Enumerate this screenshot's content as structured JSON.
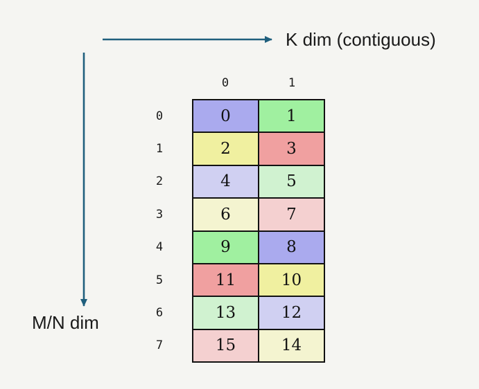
{
  "labels": {
    "k_dim": "K dim (contiguous)",
    "mn_dim": "M/N dim"
  },
  "colors": {
    "background": "#f5f5f2",
    "arrow": "#1f5f7d",
    "border": "#111111",
    "strong_purple": "#aaaaee",
    "strong_green": "#a0f0a0",
    "strong_yellow": "#f0f0a0",
    "strong_salmon": "#f0a0a0",
    "light_purple": "#d0d0f2",
    "light_green": "#d0f2d0",
    "light_yellow": "#f4f4d0",
    "light_pink": "#f4d0d0"
  },
  "grid": {
    "col_headers": [
      "0",
      "1"
    ],
    "row_headers": [
      "0",
      "1",
      "2",
      "3",
      "4",
      "5",
      "6",
      "7"
    ],
    "rows": [
      {
        "cells": [
          {
            "value": "0",
            "color": "strong_purple"
          },
          {
            "value": "1",
            "color": "strong_green"
          }
        ]
      },
      {
        "cells": [
          {
            "value": "2",
            "color": "strong_yellow"
          },
          {
            "value": "3",
            "color": "strong_salmon"
          }
        ]
      },
      {
        "cells": [
          {
            "value": "4",
            "color": "light_purple"
          },
          {
            "value": "5",
            "color": "light_green"
          }
        ]
      },
      {
        "cells": [
          {
            "value": "6",
            "color": "light_yellow"
          },
          {
            "value": "7",
            "color": "light_pink"
          }
        ]
      },
      {
        "cells": [
          {
            "value": "9",
            "color": "strong_green"
          },
          {
            "value": "8",
            "color": "strong_purple"
          }
        ]
      },
      {
        "cells": [
          {
            "value": "11",
            "color": "strong_salmon"
          },
          {
            "value": "10",
            "color": "strong_yellow"
          }
        ]
      },
      {
        "cells": [
          {
            "value": "13",
            "color": "light_green"
          },
          {
            "value": "12",
            "color": "light_purple"
          }
        ]
      },
      {
        "cells": [
          {
            "value": "15",
            "color": "light_pink"
          },
          {
            "value": "14",
            "color": "light_yellow"
          }
        ]
      }
    ]
  }
}
